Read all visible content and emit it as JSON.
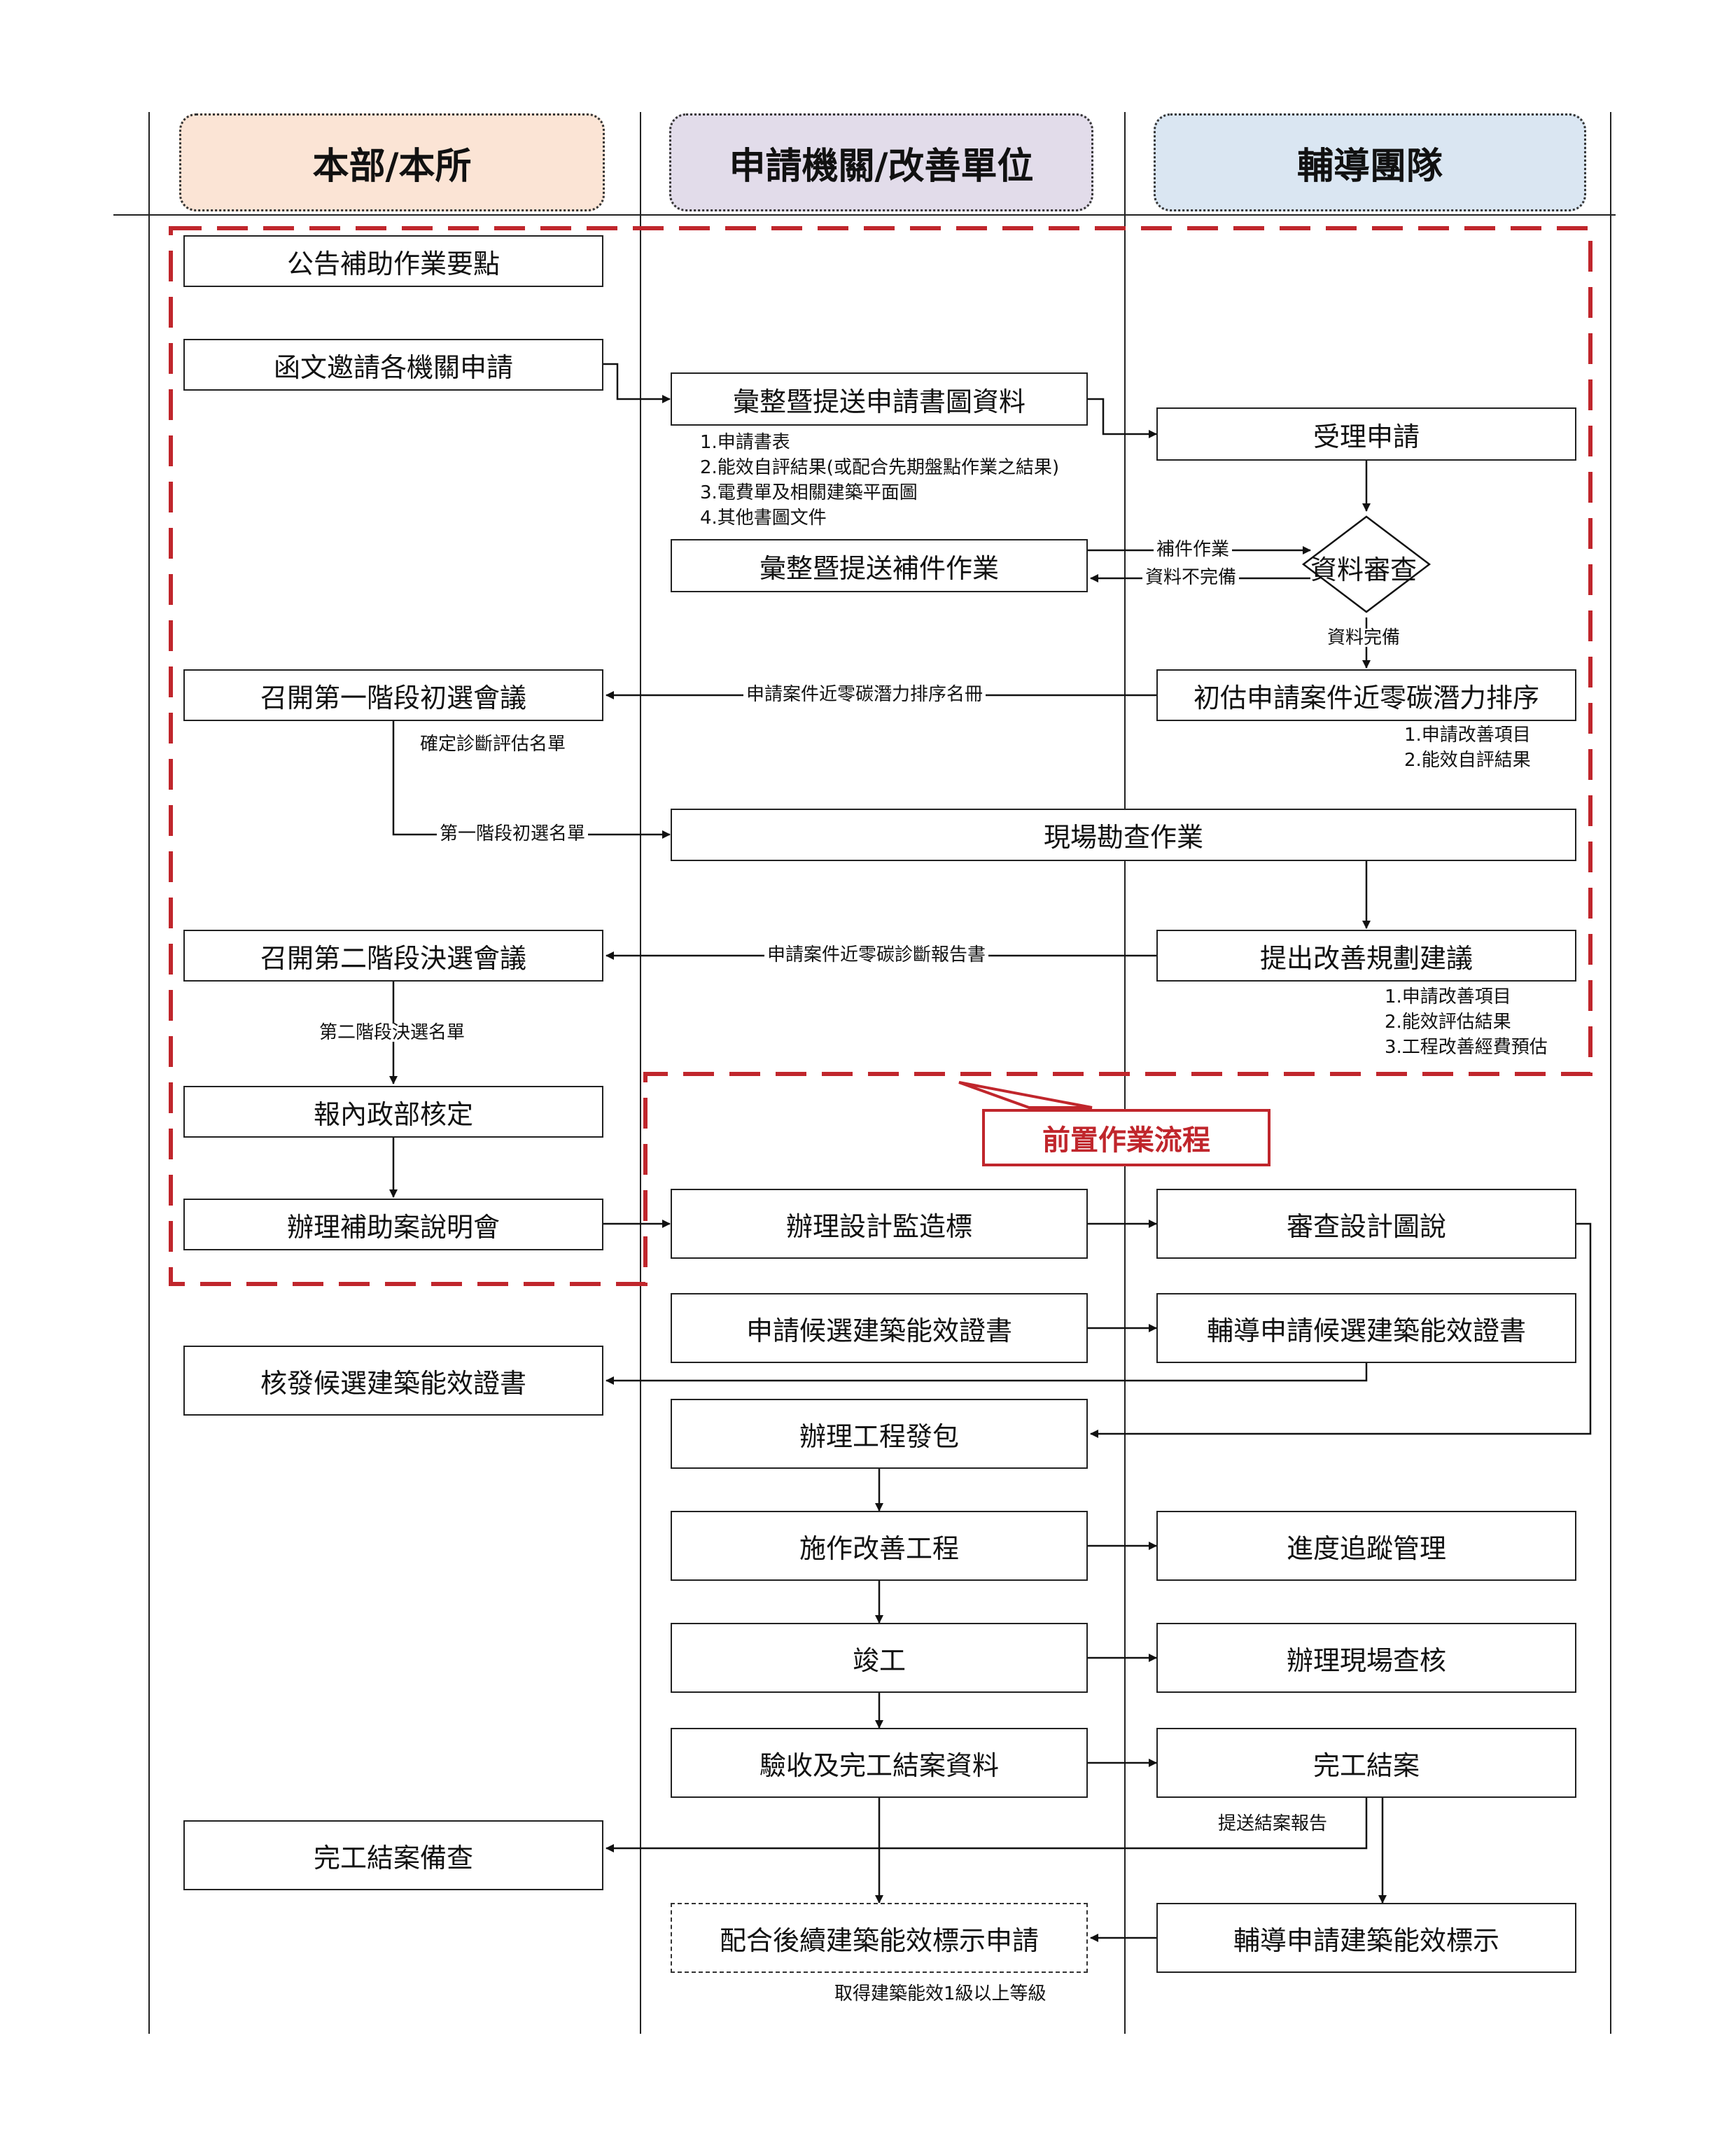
{
  "lanes": {
    "ministry": "本部/本所",
    "applicant": "申請機關/改善單位",
    "consultant": "輔導團隊"
  },
  "colors": {
    "ministry_header_bg": "#fbe4d5",
    "applicant_header_bg": "#e2dcea",
    "consultant_header_bg": "#dae6f2",
    "dashed_boundary": "#c0262c"
  },
  "boxes": {
    "announce": "公告補助作業要點",
    "invite": "函文邀請各機關申請",
    "compile_application": "彙整暨提送申請書圖資料",
    "accept_application": "受理申請",
    "compile_supplement": "彙整暨提送補件作業",
    "review": "資料審查",
    "first_stage_meeting": "召開第一階段初選會議",
    "initial_ranking": "初估申請案件近零碳潛力排序",
    "site_survey": "現場勘查作業",
    "second_stage_meeting": "召開第二階段決選會議",
    "improvement_plan": "提出改善規劃建議",
    "report_ministry": "報內政部核定",
    "briefing": "辦理補助案說明會",
    "design_tender": "辦理設計監造標",
    "review_design": "審查設計圖說",
    "apply_candidate_cert": "申請候選建築能效證書",
    "assist_candidate_cert": "輔導申請候選建築能效證書",
    "issue_candidate_cert": "核發候選建築能效證書",
    "contract_award": "辦理工程發包",
    "construction": "施作改善工程",
    "progress_tracking": "進度追蹤管理",
    "completion": "竣工",
    "site_inspection": "辦理現場查核",
    "acceptance": "驗收及完工結案資料",
    "case_closure": "完工結案",
    "closure_filing": "完工結案備查",
    "follow_up_label": "配合後續建築能效標示申請",
    "assist_label": "輔導申請建築能效標示"
  },
  "notes": {
    "application_docs": [
      "1.申請書表",
      "2.能效自評結果(或配合先期盤點作業之結果)",
      "3.電費單及相關建築平面圖",
      "4.其他書圖文件"
    ],
    "ranking_items": [
      "1.申請改善項目",
      "2.能效自評結果"
    ],
    "plan_items": [
      "1.申請改善項目",
      "2.能效評估結果",
      "3.工程改善經費預估"
    ],
    "label_requirement": "取得建築能效1級以上等級"
  },
  "arrow_labels": {
    "supplement": "補件作業",
    "incomplete": "資料不完備",
    "complete": "資料完備",
    "ranking_list": "申請案件近零碳潛力排序名冊",
    "confirm_list": "確定診斷評估名單",
    "first_list": "第一階段初選名單",
    "diagnosis_report": "申請案件近零碳診斷報告書",
    "second_list": "第二階段決選名單",
    "closure_report": "提送結案報告"
  },
  "callout": "前置作業流程"
}
